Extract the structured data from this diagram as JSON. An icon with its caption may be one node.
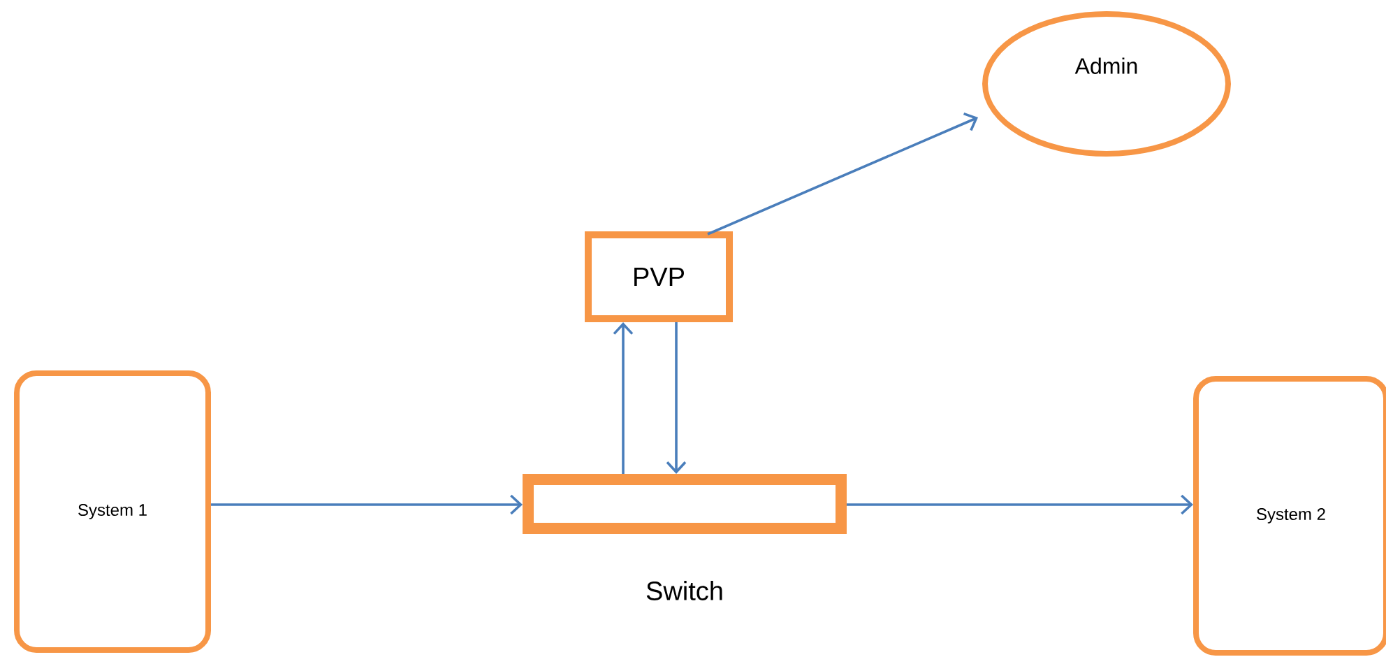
{
  "diagram": {
    "nodes": [
      {
        "text": [
          "System 1"
        ]
      },
      {
        "text": [
          "Switch"
        ]
      },
      {
        "text": [
          "PVP"
        ]
      },
      {
        "text": [
          "Admin"
        ]
      },
      {
        "text": [
          "System 2"
        ]
      }
    ],
    "edges": [
      {
        "from": 0,
        "to": 1,
        "arrow": "to"
      },
      {
        "from": 1,
        "to": 2,
        "arrow": "to"
      },
      {
        "from": 2,
        "to": 1,
        "arrow": "to"
      },
      {
        "from": 2,
        "to": 3,
        "arrow": "to"
      },
      {
        "from": 1,
        "to": 4,
        "arrow": "to"
      }
    ]
  }
}
